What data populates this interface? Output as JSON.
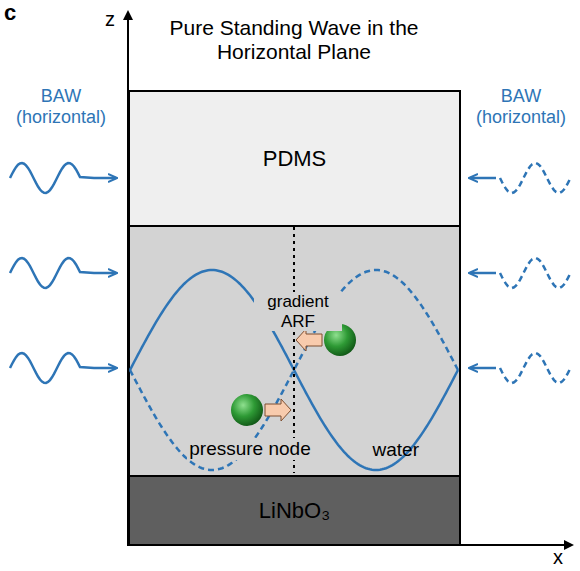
{
  "diagram": {
    "title": "Pure Standing Wave in the Horizontal Plane",
    "nodes": [
      {
        "text": [
          "PDMS"
        ]
      },
      {
        "text": [
          "water"
        ]
      },
      {
        "text": [
          "LiNbO₃"
        ]
      }
    ],
    "labels": [
      "c",
      "z",
      "BAW (horizontal)",
      "BAW (horizontal)",
      "gradient ARF",
      "pressure node",
      "x"
    ]
  }
}
